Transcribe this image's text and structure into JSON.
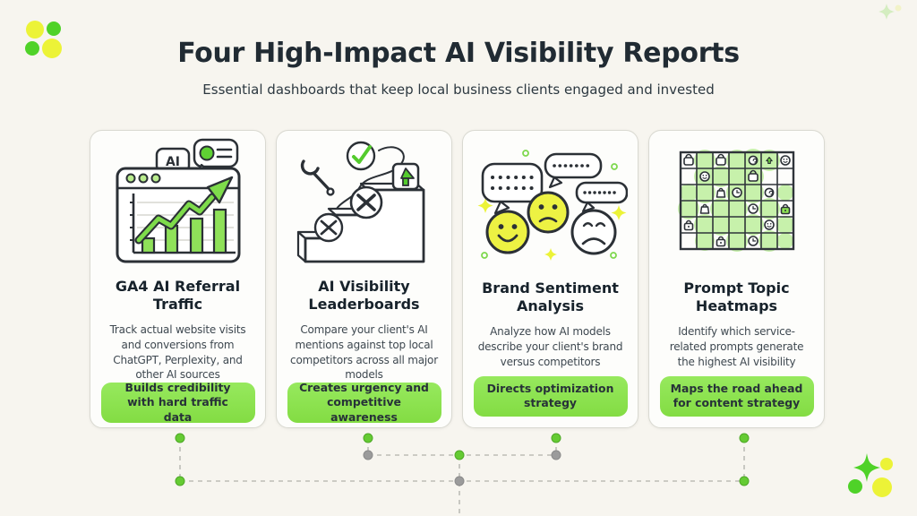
{
  "page": {
    "title": "Four High-Impact AI Visibility Reports",
    "subtitle": "Essential dashboards that keep local business clients engaged and invested"
  },
  "theme": {
    "background": "#f7f5ef",
    "card_background": "#fdfdfb",
    "accent_green": "#6fd63c",
    "badge_green": "#8ee354",
    "highlight_yellow": "#edf243",
    "heading_color": "#212b33",
    "body_text_color": "#3e4850",
    "connector_gray": "#bdbdb6"
  },
  "cards": [
    {
      "icon": "browser-bar-chart-with-ai-bubbles-icon",
      "illustration_label": "AI",
      "title": "GA4 AI Referral Traffic",
      "description": "Track actual website visits and conversions from ChatGPT, Perplexity, and other AI sources",
      "badge": "Builds credibility with hard traffic data"
    },
    {
      "icon": "stairs-with-tools-and-up-arrow-icon",
      "title": "AI Visibility Leaderboards",
      "description": "Compare your client's AI mentions against top local competitors across all major models",
      "badge": "Creates urgency and competitive awareness"
    },
    {
      "icon": "sentiment-faces-with-speech-bubbles-icon",
      "title": "Brand Sentiment Analysis",
      "description": "Analyze how AI models describe your client's brand versus competitors",
      "badge": "Directs optimization strategy"
    },
    {
      "icon": "topic-heatmap-grid-icon",
      "title": "Prompt Topic Heatmaps",
      "description": "Identify which service-related prompts generate the highest AI visibility",
      "badge": "Maps the road ahead for content strategy"
    }
  ],
  "decorations": {
    "top_left": "blob-cluster",
    "top_right": "faint-sparkle",
    "bottom_right": "sparkle-blob-cluster",
    "connectors": "dashed-flow-lines"
  }
}
